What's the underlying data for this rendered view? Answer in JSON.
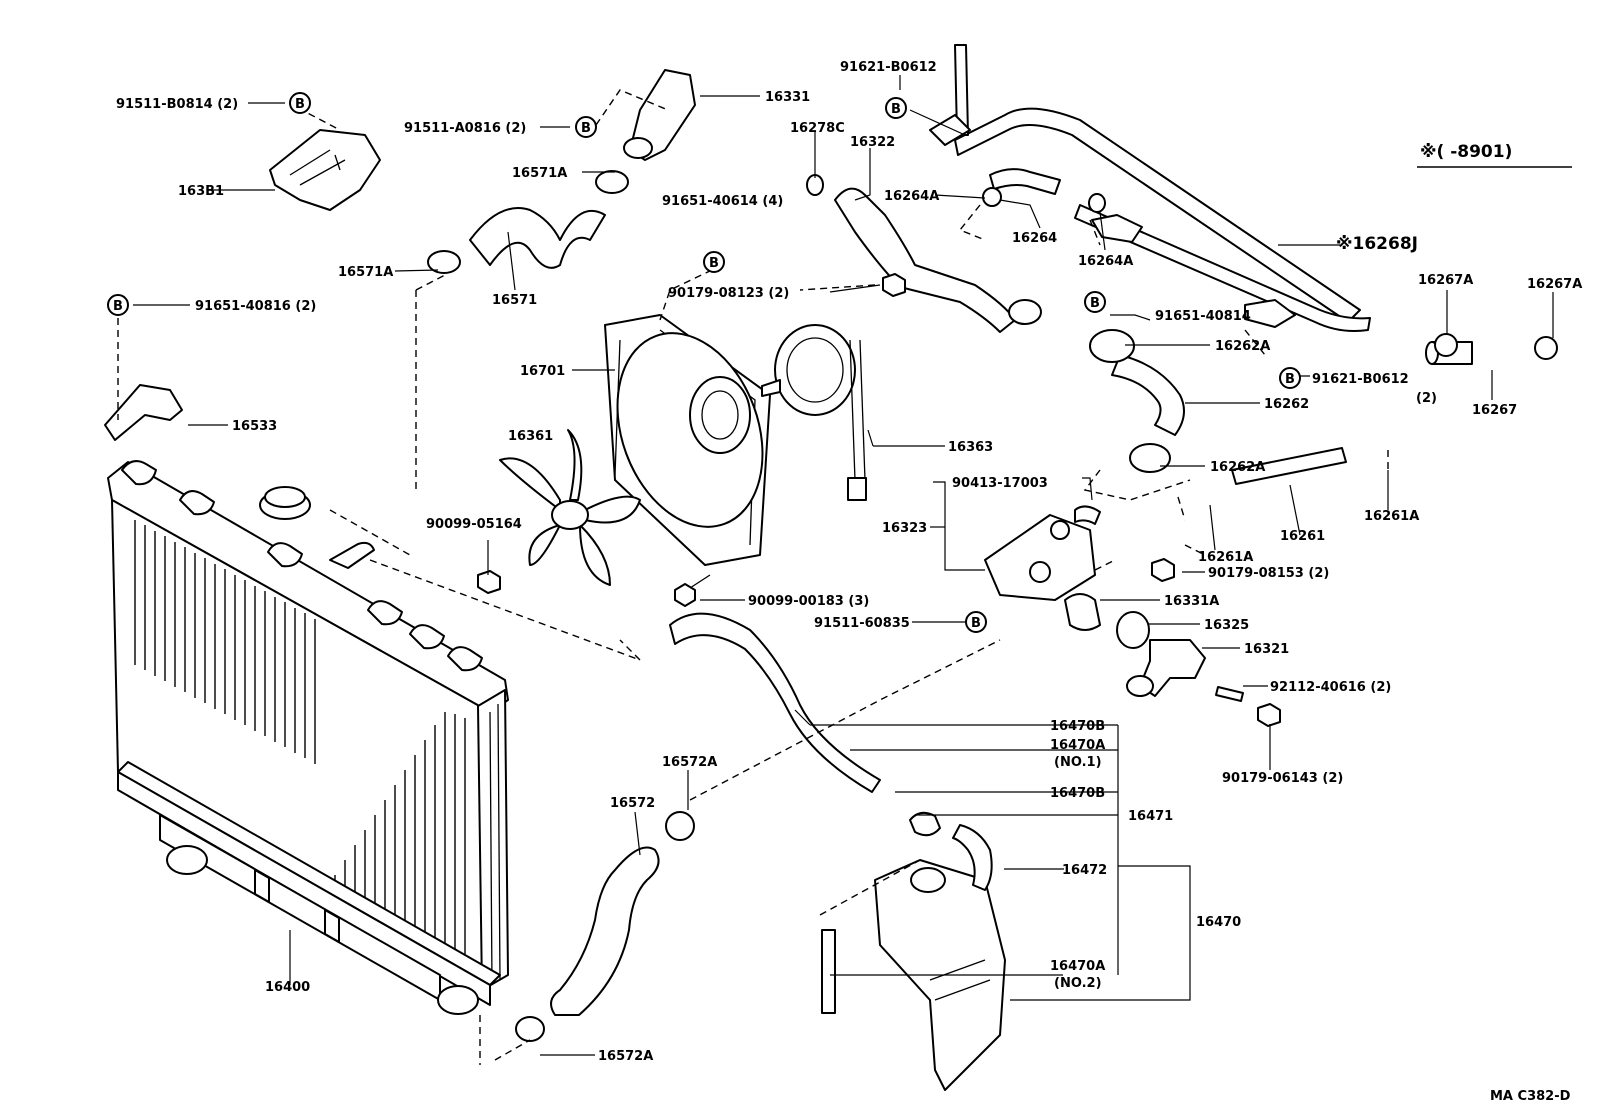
{
  "diagram_id": "MA C382-D",
  "note": "※(      -8901)",
  "callouts": {
    "b91511_b0814": "91511-B0814 (2)",
    "b91511_a0816": "91511-A0816 (2)",
    "p16331": "16331",
    "p16381": "163B1",
    "p16571a_top": "16571A",
    "p16571a_left": "16571A",
    "p16571": "16571",
    "b91651_40616_4": "91651-40614 (4)",
    "b91621_b0612_top_label": "91621-B0612",
    "p16278c": "16278C",
    "p16322": "16322",
    "p16264a_top": "16264A",
    "p16264": "16264",
    "p16264a_bottom": "16264A",
    "p16268j": "※16268J",
    "b91651_40816_2": "91651-40816 (2)",
    "b90179_08123_2": "90179-08123 (2)",
    "b91651_40814": "91651-40814",
    "p16262a_top": "16262A",
    "b91621_b0612_right": "91621-B0612",
    "b91621_b0612_right_qty": "(2)",
    "p16267a_left": "16267A",
    "p16267a_right": "16267A",
    "p16267": "16267",
    "p16701": "16701",
    "p16262": "16262",
    "p16533": "16533",
    "p16361": "16361",
    "p16363": "16363",
    "p16262a_bottom": "16262A",
    "p16261a_right": "16261A",
    "b90413_17003": "90413-17003",
    "p16323": "16323",
    "p16261a_mid": "16261A",
    "p16261": "16261",
    "b90099_05164": "90099-05164",
    "b90179_08153_2": "90179-08153 (2)",
    "b90099_00183_3": "90099-00183 (3)",
    "p16331a": "16331A",
    "b91511_60835": "91511-60835",
    "p16325": "16325",
    "p16321": "16321",
    "b92112_40616_2": "92112-40616 (2)",
    "p16470b_top": "16470B",
    "p16470a_no1": "16470A",
    "p16470a_no1_sub": "(NO.1)",
    "b90179_06143_2": "90179-06143 (2)",
    "p16572a_top": "16572A",
    "p16572": "16572",
    "p16470b_bottom": "16470B",
    "p16471": "16471",
    "p16472": "16472",
    "p16470": "16470",
    "p16470a_no2": "16470A",
    "p16470a_no2_sub": "(NO.2)",
    "p16400": "16400",
    "p16572a_bottom": "16572A",
    "b_marker": "B"
  }
}
